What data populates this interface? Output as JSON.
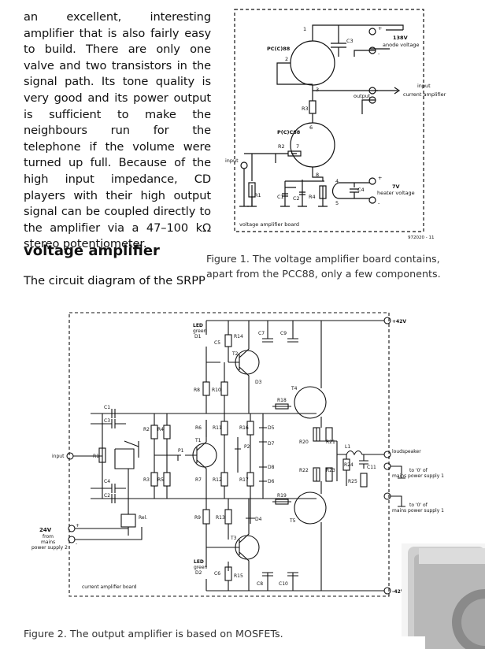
{
  "article": {
    "intro_text": "an excellent, interesting amplifier that is also fairly easy to build. There are only one valve and two transistors in the signal path. Its tone quality is very good and its power output is sufficient to make the neighbours run for the telephone if the volume were turned up full. Because of the high input impedance, CD players with their high output signal can be coupled directly to the amplifier via a 47–100 kΩ stereo potentiometer.",
    "section_heading": "voltage amplifier",
    "section_text": "The circuit diagram of the SRPP"
  },
  "figure1": {
    "caption": "Figure 1. The voltage amplifier board contains, apart from the PCC88, only a few components.",
    "labels": {
      "tube_top": "PC(C)88",
      "tube_bottom": "P(C)C88",
      "c3": "C3",
      "r3": "R3",
      "r2": "R2",
      "r1": "R1",
      "c1": "C1",
      "c2": "C2",
      "r4": "R4",
      "c4": "C4",
      "pin1": "1",
      "pin2": "2",
      "pin3": "3",
      "pin4": "4",
      "pin5": "5",
      "pin6": "6",
      "pin7": "7",
      "pin8": "8",
      "v_anode": "138V",
      "anode_voltage": "anode voltage",
      "input_to_current": "input",
      "current_amplifier": "current amplifier",
      "output": "output",
      "input": "input",
      "v_heater": "7V",
      "heater_voltage": "heater voltage",
      "plus1": "+",
      "minus1": "-",
      "plus2": "+",
      "minus2": "-",
      "board": "voltage amplifier board",
      "code": "972020 - 11"
    }
  },
  "figure2": {
    "caption": "Figure 2. The output amplifier is based on MOSFETs.",
    "labels": {
      "v_pos": "+42V",
      "v_neg": "-42V",
      "led": "LED",
      "green": "green",
      "d1": "D1",
      "led2": "LED",
      "green2": "green",
      "d2": "D2",
      "c5": "C5",
      "r14": "R14",
      "c7": "C7",
      "c9": "C9",
      "t2": "T2",
      "d3": "D3",
      "r8": "R8",
      "r10": "R10",
      "t4": "T4",
      "r18": "R18",
      "c1": "C1",
      "c3": "C3",
      "r2": "R2",
      "r4": "R4",
      "r6": "R6",
      "r11": "R11",
      "r16": "R16",
      "d5": "D5",
      "t1": "T1",
      "p1": "P1",
      "p2": "P2",
      "d7": "D7",
      "r20": "R20",
      "r21": "R21",
      "l1": "L1",
      "loudspeaker": "loudspeaker",
      "input": "input",
      "r1": "R1",
      "r24": "R24",
      "c11": "C11",
      "c4": "C4",
      "c2": "C2",
      "r3": "R3",
      "r5": "R5",
      "r7": "R7",
      "r12": "R12",
      "r17": "R17",
      "d8": "D8",
      "d6": "D6",
      "r22": "R22",
      "r23": "R23",
      "r25": "R25",
      "to_zero_1a": "to '0' of",
      "to_zero_1b": "mains power supply 1",
      "to_zero_2a": "to '0' of",
      "to_zero_2b": "mains power supply 1",
      "r19": "R19",
      "t5": "T5",
      "rel": "Rel.",
      "v24": "24V",
      "from": "from",
      "mains": "mains",
      "psu2": "power supply 2",
      "plus": "+",
      "minus": "-",
      "r9": "R9",
      "r13": "R13",
      "d4": "D4",
      "t3": "T3",
      "c6": "C6",
      "r15": "R15",
      "c8": "C8",
      "c10": "C10",
      "board": "current amplifier board"
    }
  }
}
